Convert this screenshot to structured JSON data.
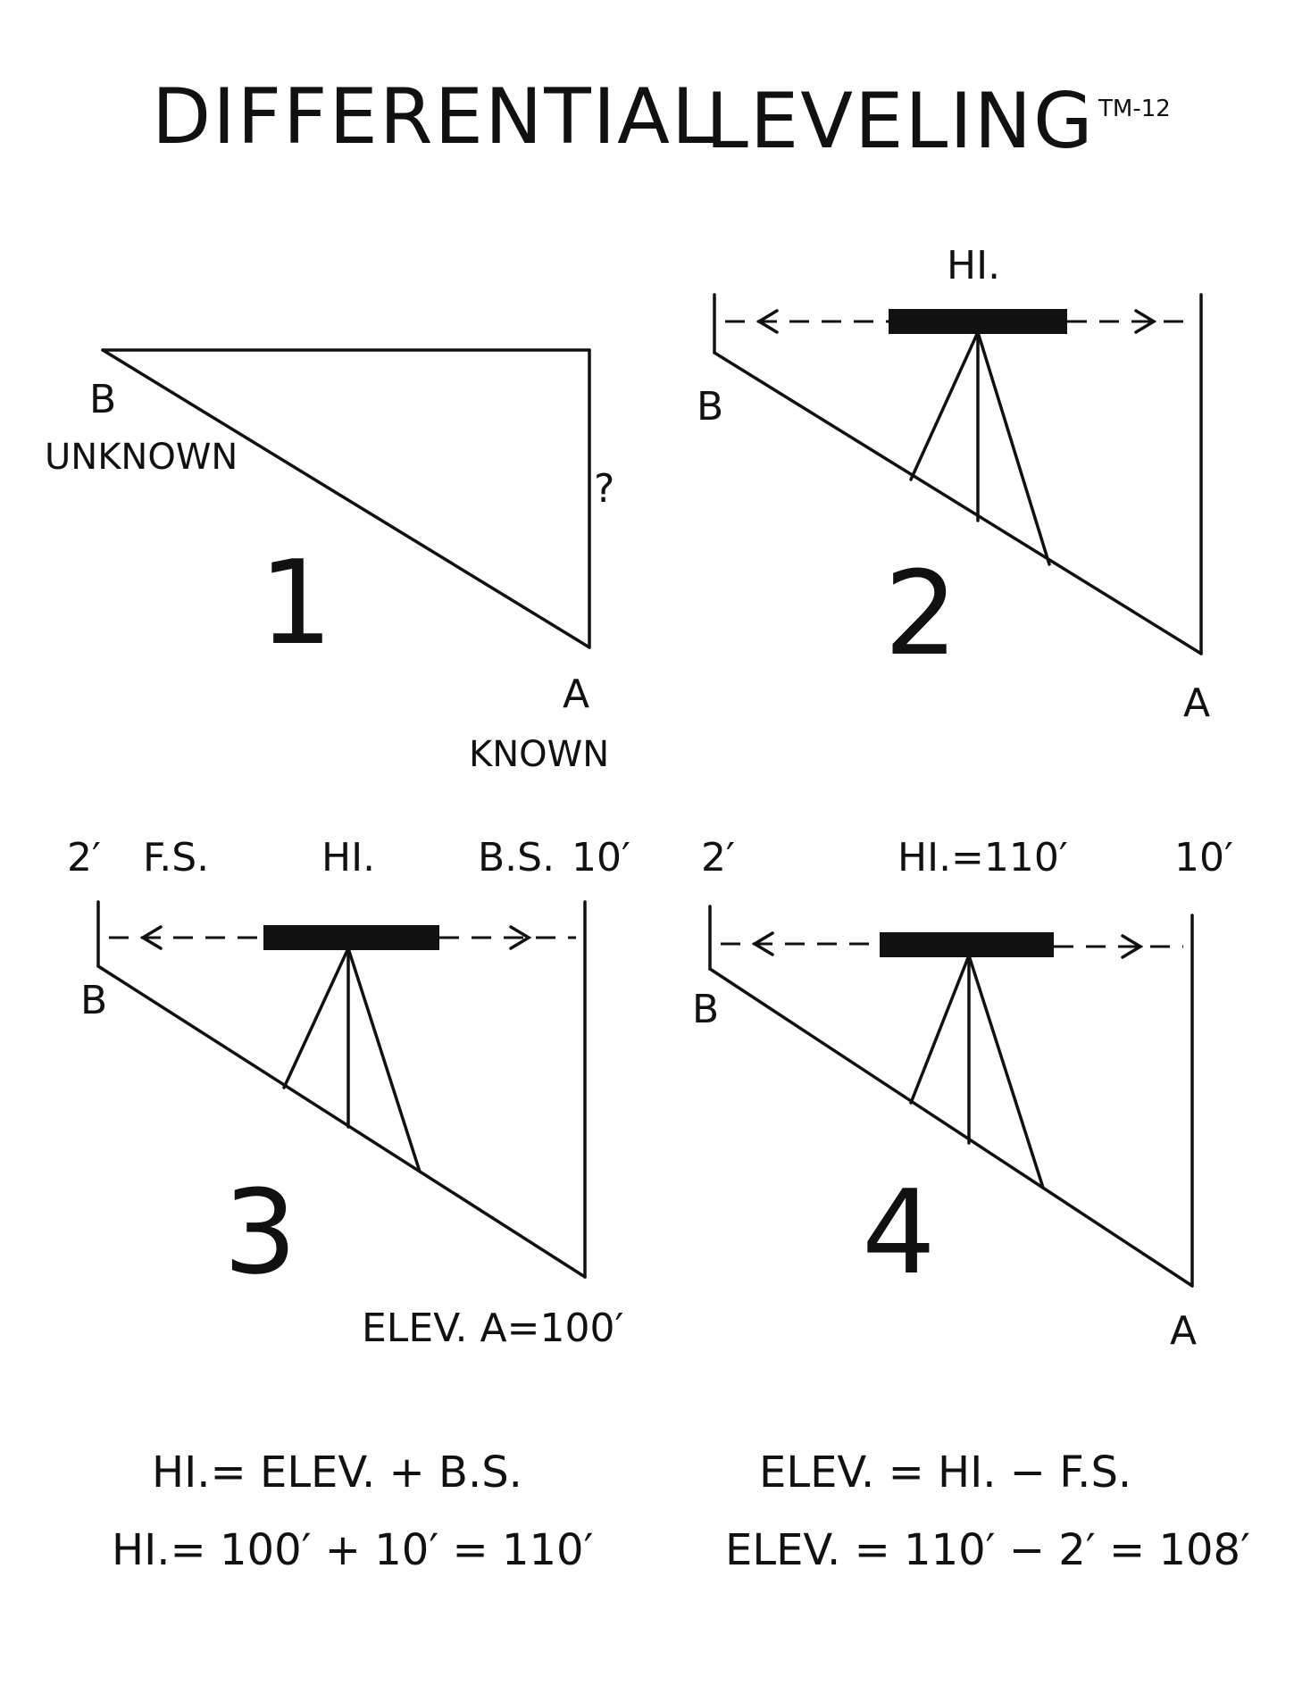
{
  "title": {
    "word1": "DIFFERENTIAL",
    "word2": "LEVELING",
    "code": "TM-12"
  },
  "panel1": {
    "number": "1",
    "point_b": "B",
    "point_b_note": "UNKNOWN",
    "point_a": "A",
    "point_a_note": "KNOWN",
    "question": "?"
  },
  "panel2": {
    "number": "2",
    "hi": "HI.",
    "point_b": "B",
    "point_a": "A"
  },
  "panel3": {
    "number": "3",
    "fs_value": "2′",
    "fs": "F.S.",
    "hi": "HI.",
    "bs": "B.S.",
    "bs_value": "10′",
    "point_b": "B",
    "elev_a": "ELEV. A=100′"
  },
  "panel4": {
    "number": "4",
    "fs_value": "2′",
    "hi": "HI.=110′",
    "bs_value": "10′",
    "point_b": "B",
    "point_a": "A"
  },
  "formulas": {
    "hi_formula": "HI.= ELEV. + B.S.",
    "hi_calc": "HI.= 100′ + 10′ = 110′",
    "elev_formula": "ELEV. = HI. − F.S.",
    "elev_calc": "ELEV. = 110′ − 2′ = 108′"
  }
}
